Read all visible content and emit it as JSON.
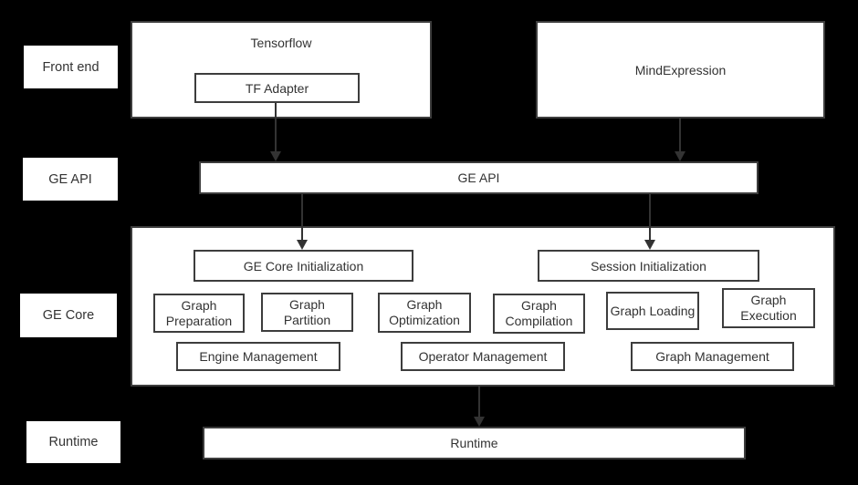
{
  "colors": {
    "bg": "#000000",
    "box_fill": "#ffffff",
    "box_border": "#3d3d3d",
    "text": "#333333",
    "arrow": "#333333"
  },
  "row_labels": {
    "front_end": "Front end",
    "ge_api": "GE API",
    "ge_core": "GE Core",
    "runtime": "Runtime"
  },
  "front_end": {
    "tensorflow": "Tensorflow",
    "tf_adapter": "TF Adapter",
    "mind_expression": "MindExpression"
  },
  "ge_api": {
    "bar_label": "GE API"
  },
  "ge_core": {
    "init": [
      "GE Core Initialization",
      "Session Initialization"
    ],
    "stages": [
      "Graph Preparation",
      "Graph Partition",
      "Graph Optimization",
      "Graph Compilation",
      "Graph Loading",
      "Graph Execution"
    ],
    "management": [
      "Engine Management",
      "Operator Management",
      "Graph Management"
    ]
  },
  "runtime": {
    "bar_label": "Runtime"
  }
}
